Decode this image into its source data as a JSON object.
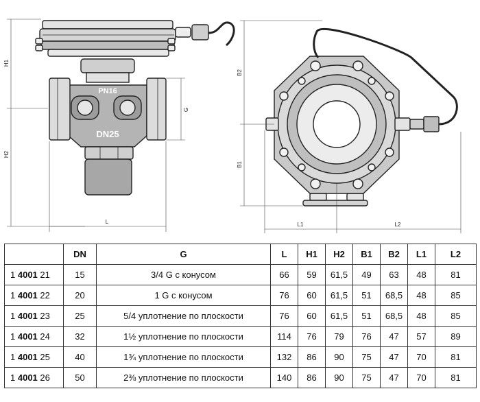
{
  "drawing": {
    "dims": {
      "h1": "H1",
      "h2": "H2",
      "g": "G",
      "l": "L",
      "b1": "B1",
      "b2": "B2",
      "l1": "L1",
      "l2": "L2"
    },
    "embossing": {
      "pn": "PN16",
      "dn": "DN25"
    }
  },
  "table": {
    "headers": [
      "",
      "DN",
      "G",
      "L",
      "H1",
      "H2",
      "B1",
      "B2",
      "L1",
      "L2"
    ],
    "rows": [
      {
        "art_prefix": "1",
        "art_bold": "4001",
        "art_suffix": "21",
        "dn": "15",
        "g": "3/4 G с конусом",
        "l": "66",
        "h1": "59",
        "h2": "61,5",
        "b1": "49",
        "b2": "63",
        "l1": "48",
        "l2": "81"
      },
      {
        "art_prefix": "1",
        "art_bold": "4001",
        "art_suffix": "22",
        "dn": "20",
        "g": "1 G с конусом",
        "l": "76",
        "h1": "60",
        "h2": "61,5",
        "b1": "51",
        "b2": "68,5",
        "l1": "48",
        "l2": "85"
      },
      {
        "art_prefix": "1",
        "art_bold": "4001",
        "art_suffix": "23",
        "dn": "25",
        "g": "5/4 уплотнение по плоскости",
        "l": "76",
        "h1": "60",
        "h2": "61,5",
        "b1": "51",
        "b2": "68,5",
        "l1": "48",
        "l2": "85"
      },
      {
        "art_prefix": "1",
        "art_bold": "4001",
        "art_suffix": "24",
        "dn": "32",
        "g": "1½ уплотнение по плоскости",
        "l": "114",
        "h1": "76",
        "h2": "79",
        "b1": "76",
        "b2": "47",
        "l1": "57",
        "l2": "89"
      },
      {
        "art_prefix": "1",
        "art_bold": "4001",
        "art_suffix": "25",
        "dn": "40",
        "g": "1¾ уплотнение по плоскости",
        "l": "132",
        "h1": "86",
        "h2": "90",
        "b1": "75",
        "b2": "47",
        "l1": "70",
        "l2": "81"
      },
      {
        "art_prefix": "1",
        "art_bold": "4001",
        "art_suffix": "26",
        "dn": "50",
        "g": "2⅜ уплотнение по плоскости",
        "l": "140",
        "h1": "86",
        "h2": "90",
        "b1": "75",
        "b2": "47",
        "l1": "70",
        "l2": "81"
      }
    ]
  }
}
